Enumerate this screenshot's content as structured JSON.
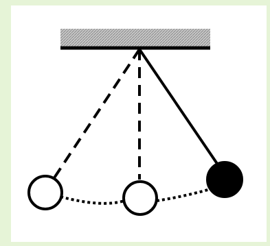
{
  "diagram": {
    "type": "pendulum-motion",
    "colors": {
      "background": "#e6f4d7",
      "panel": "#ffffff",
      "stroke": "#000000",
      "hatch": "#a8a8a8",
      "bob_filled": "#000000",
      "bob_empty": "#ffffff"
    },
    "positions": [
      "left-extreme",
      "center",
      "right-extreme"
    ],
    "current_position": "right-extreme"
  }
}
